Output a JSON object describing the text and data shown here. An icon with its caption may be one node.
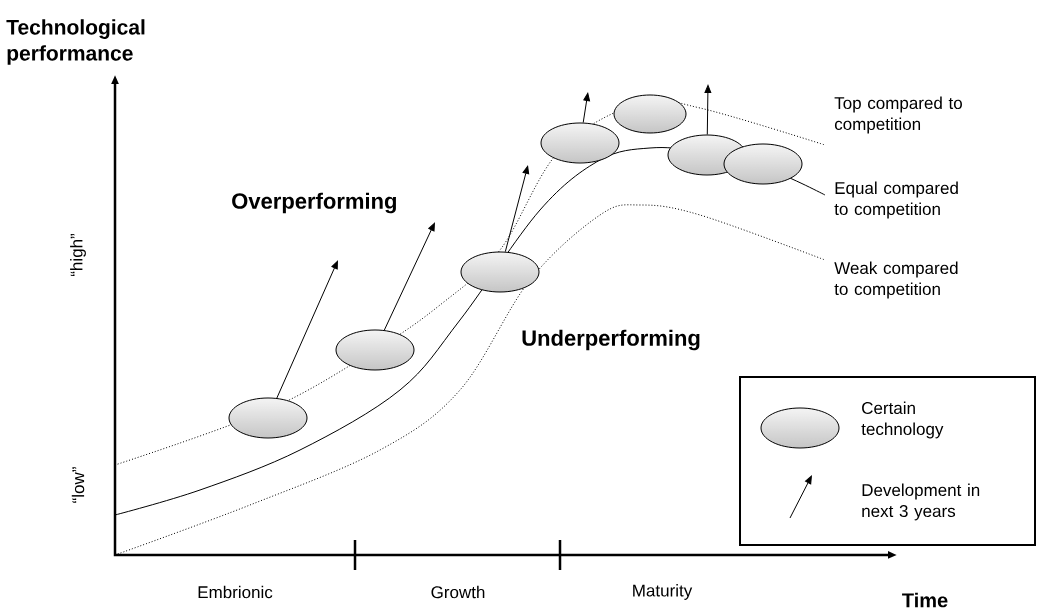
{
  "diagram": {
    "nodes": [
      {
        "text": [],
        "shape": "ellipse"
      },
      {
        "text": [],
        "shape": "ellipse"
      },
      {
        "text": [],
        "shape": "ellipse"
      },
      {
        "text": [],
        "shape": "ellipse"
      },
      {
        "text": [],
        "shape": "ellipse"
      },
      {
        "text": [],
        "shape": "ellipse"
      },
      {
        "text": [],
        "shape": "ellipse"
      }
    ],
    "edges": [
      {
        "from": 0,
        "to": null,
        "arrow": "to"
      },
      {
        "from": 1,
        "to": null,
        "arrow": "to"
      },
      {
        "from": 2,
        "to": null,
        "arrow": "to"
      },
      {
        "from": 3,
        "to": null,
        "arrow": "to"
      },
      {
        "from": 5,
        "to": null,
        "arrow": "to"
      }
    ],
    "labels": [
      "Technological performance",
      "“high”",
      "“low”",
      "Overperforming",
      "Underperforming",
      "Top compared to competition",
      "Equal compared to competition",
      "Weak compared to competition",
      "Embrionic",
      "Growth",
      "Maturity",
      "Time"
    ],
    "legend": [
      {
        "text": "Certain technology"
      },
      {
        "text": "Development in next 3 years"
      }
    ]
  }
}
